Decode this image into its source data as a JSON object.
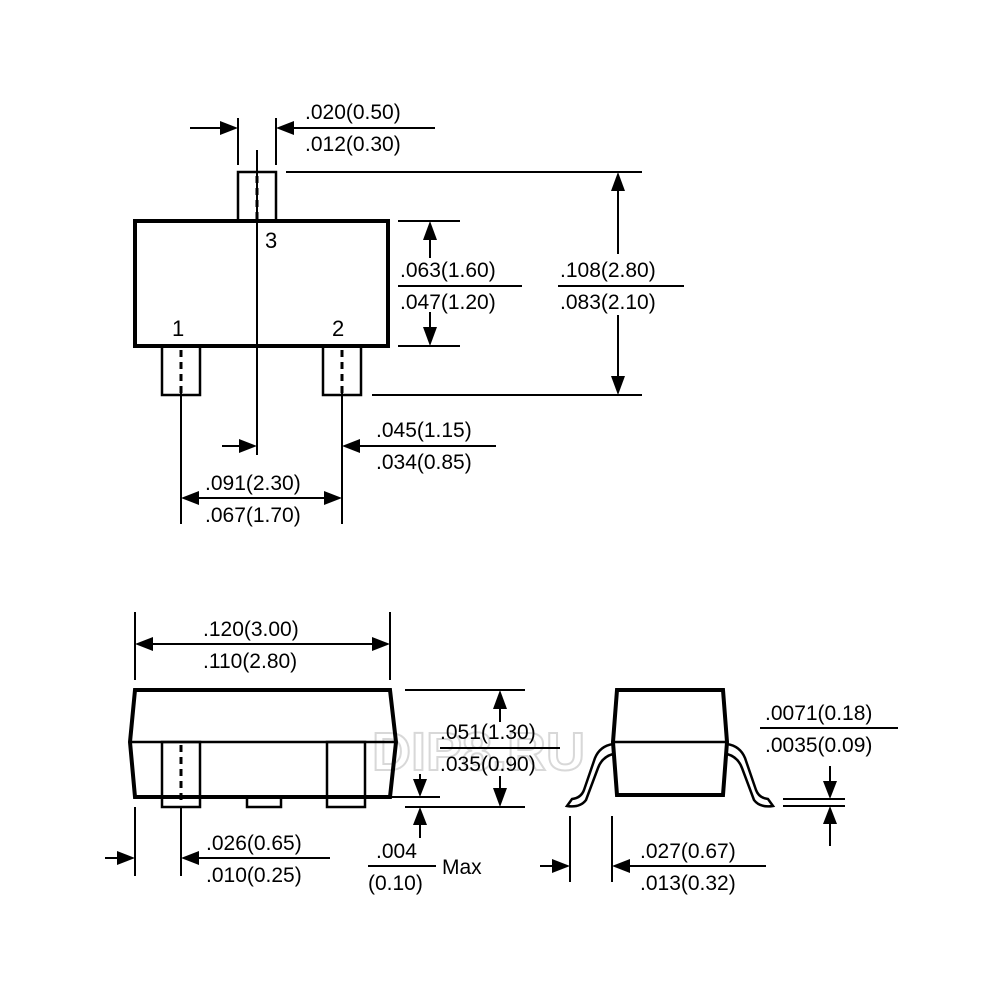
{
  "watermark": "DIP8.RU",
  "pins": {
    "p1": "1",
    "p2": "2",
    "p3": "3"
  },
  "top_view": {
    "lead_width": {
      "max": ".020(0.50)",
      "min": ".012(0.30)"
    },
    "body_width": {
      "max": ".063(1.60)",
      "min": ".047(1.20)"
    },
    "overall_width": {
      "max": ".108(2.80)",
      "min": ".083(2.10)"
    },
    "pin_offset": {
      "max": ".045(1.15)",
      "min": ".034(0.85)"
    },
    "pin_pitch": {
      "max": ".091(2.30)",
      "min": ".067(1.70)"
    }
  },
  "side_view": {
    "body_length": {
      "max": ".120(3.00)",
      "min": ".110(2.80)"
    },
    "height": {
      "max": ".051(1.30)",
      "min": ".035(0.90)"
    },
    "lead_width": {
      "max": ".026(0.65)",
      "min": ".010(0.25)"
    },
    "standoff": {
      "max": ".004",
      "min": "(0.10)",
      "suffix": "Max"
    }
  },
  "end_view": {
    "lead_thickness": {
      "max": ".0071(0.18)",
      "min": ".0035(0.09)"
    },
    "foot_length": {
      "max": ".027(0.67)",
      "min": ".013(0.32)"
    }
  }
}
